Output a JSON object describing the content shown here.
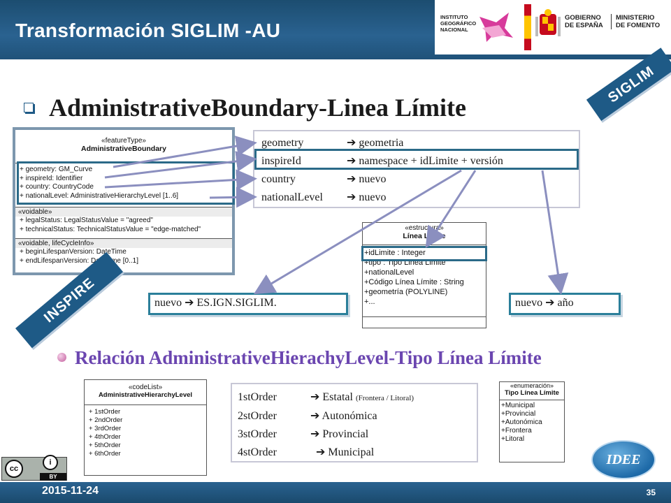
{
  "header": {
    "title": "Transformación SIGLIM -AU",
    "ign_logo_text": "INSTITUTO GEOGRÁFICO NACIONAL",
    "gob_left_text": "GOBIERNO DE ESPAÑA",
    "gob_right_text": "MINISTERIO DE FOMENTO"
  },
  "heading": "AdministrativeBoundary-Linea Límite",
  "uml_admin": {
    "stereotype": "«featureType»",
    "name": "AdministrativeBoundary",
    "attributes": [
      "+   geometry:  GM_Curve",
      "+   inspireId:  Identifier",
      "+   country:  CountryCode",
      "+   nationalLevel:  AdministrativeHierarchyLevel [1..6]"
    ],
    "voidable_header": "«voidable»",
    "voidable": [
      "+   legalStatus:  LegalStatusValue = \"agreed\"",
      "+   technicalStatus:  TechnicalStatusValue = \"edge-matched\""
    ],
    "lifecycle_header": "«voidable, lifeCycleInfo»",
    "lifecycle": [
      "+   beginLifespanVersion:  DateTime",
      "+   endLifespanVersion:  DateTime [0..1]"
    ]
  },
  "mapping": [
    {
      "from": "geometry",
      "to": "geometria"
    },
    {
      "from": "inspireId",
      "to": "namespace + idLimite + versión"
    },
    {
      "from": "country",
      "to": "nuevo"
    },
    {
      "from": "nationalLevel",
      "to": "nuevo"
    }
  ],
  "uml_linea": {
    "stereotype": "«estructura»",
    "name": "Línea Límite",
    "attributes": [
      "+idLimite : Integer",
      "+tipo : Tipo Linea Limite",
      "+nationalLevel",
      "+Código Línea Límite : String",
      "+geometría (POLYLINE)",
      "+..."
    ]
  },
  "callouts": {
    "namespace": {
      "left": "nuevo",
      "right": "ES.IGN.SIGLIM."
    },
    "version": {
      "left": "nuevo",
      "right": "año"
    }
  },
  "banners": {
    "siglim": "SIGLIM",
    "inspire": "INSPIRE"
  },
  "subheading": "Relación AdministrativeHierachyLevel-Tipo  Línea Límite",
  "uml_codelist": {
    "stereotype": "«codeList»",
    "name": "AdministrativeHierarchyLevel",
    "values": [
      "+   1stOrder",
      "+   2ndOrder",
      "+   3rdOrder",
      "+   4thOrder",
      "+   5thOrder",
      "+   6thOrder"
    ]
  },
  "order_mapping": [
    {
      "from": "1stOrder",
      "to": "Estatal",
      "note": "(Frontera / Litoral)"
    },
    {
      "from": "2stOrder",
      "to": "Autonómica",
      "note": ""
    },
    {
      "from": "3stOrder",
      "to": "Provincial",
      "note": ""
    },
    {
      "from": "4stOrder",
      "to": "Municipal",
      "note": ""
    }
  ],
  "uml_enum": {
    "stereotype": "«enumeración»",
    "name": "Tipo Línea Límite",
    "values": [
      "+Municipal",
      "+Provincial",
      "+Autonómica",
      "+Frontera",
      "+Litoral"
    ]
  },
  "footer": {
    "date": "2015-11-24",
    "page": "35",
    "idee": "IDEE",
    "cc_by": "BY"
  },
  "icons": {
    "arrow": "right-arrow-icon",
    "bullet": "square-bullet-icon"
  },
  "colors": {
    "bar": "#2a6290",
    "frame": "#2b6a88",
    "subheading": "#6b46b0"
  }
}
